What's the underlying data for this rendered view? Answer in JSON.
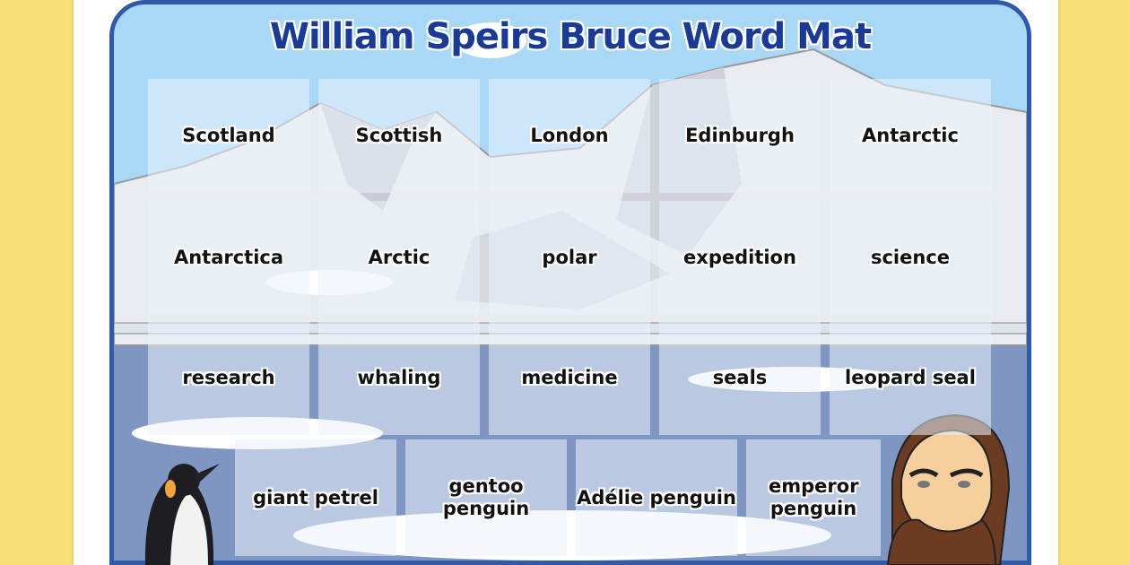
{
  "title": "William Speirs Bruce Word Mat",
  "words": [
    "Scotland",
    "Scottish",
    "London",
    "Edinburgh",
    "Antarctic",
    "Antarctica",
    "Arctic",
    "polar",
    "expedition",
    "science",
    "research",
    "whaling",
    "medicine",
    "seals",
    "leopard seal",
    "giant petrel",
    "gentoo penguin",
    "Adélie penguin",
    "emperor penguin"
  ],
  "colors": {
    "background": "#f6df76",
    "frame": "#2f5aa8",
    "sky": "#a9d8f6",
    "sea": "#7f96c2",
    "title": "#1a3a9a"
  }
}
